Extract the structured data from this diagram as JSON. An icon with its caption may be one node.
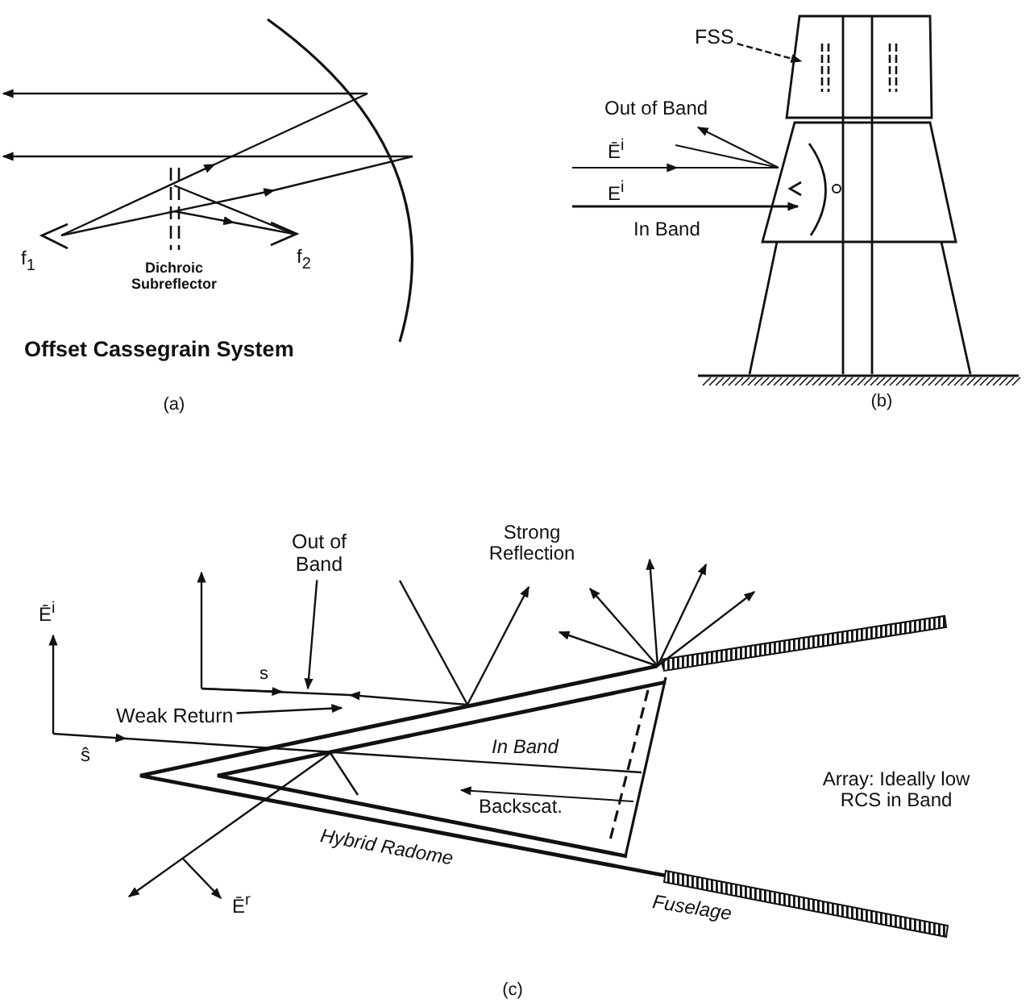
{
  "diagram": {
    "nodes": [
      {
        "text": [
          "FSS"
        ]
      },
      {
        "text": [
          "Out of Band"
        ]
      },
      {
        "text": [
          "Weak Return"
        ]
      }
    ],
    "edges": [
      {
        "from": 0,
        "to": null,
        "arrow": "to",
        "style": "dashed"
      },
      {
        "from": 1,
        "to": null,
        "arrow": "to"
      },
      {
        "from": 2,
        "to": null,
        "arrow": "to"
      }
    ],
    "labels": [
      "f$_{1}$",
      "f$_{2}$",
      "Dichroic Subreflector",
      "Offset Cassegrain System",
      "(a)",
      "Out of Band",
      "Ē$^{i}$",
      "E$^{i}$",
      "In Band",
      "(b)",
      "Ē$^{i}$",
      "Strong Reflection",
      "s",
      "ŝ",
      "In Band",
      "Backscat.",
      "Hybrid Radome",
      "Array: Ideally low RCS in Band",
      "Ē$^{r}$",
      "Fuselage",
      "(c)"
    ]
  }
}
